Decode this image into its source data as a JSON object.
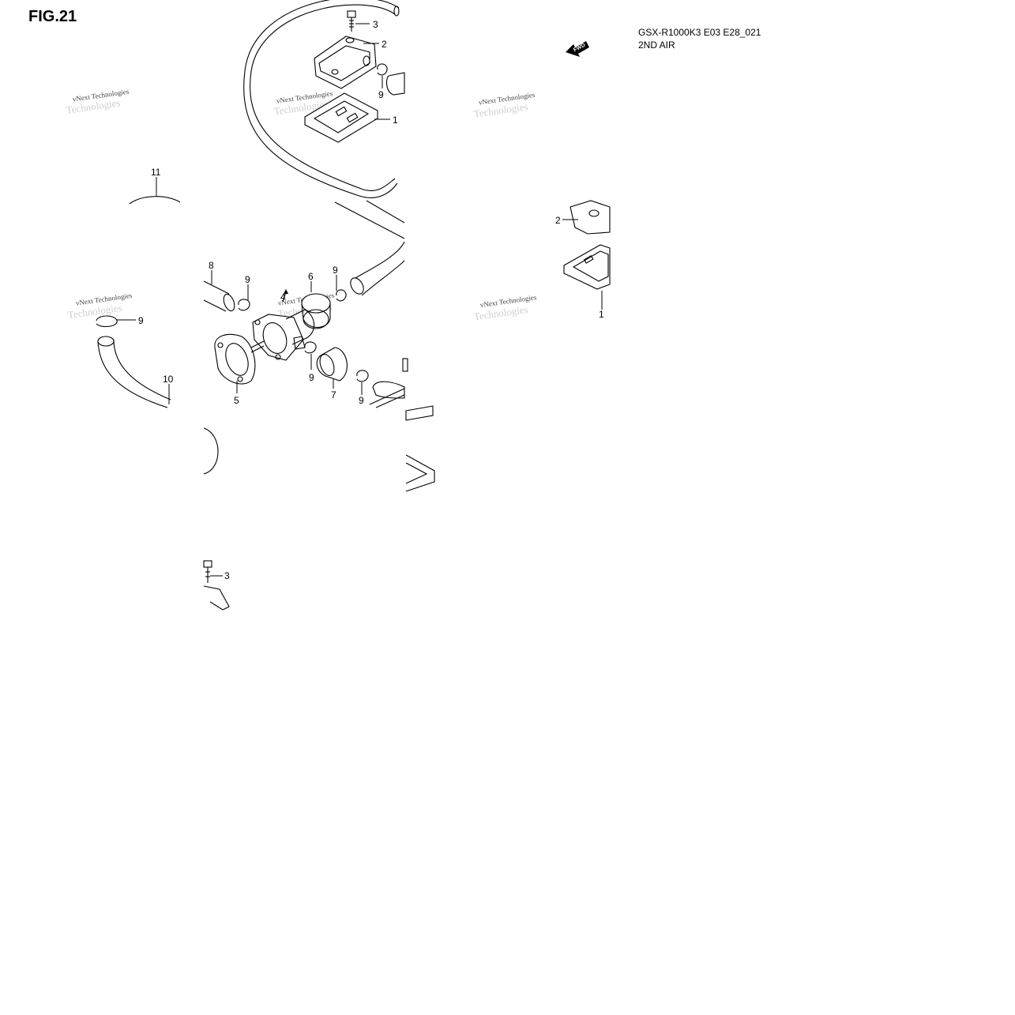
{
  "header": {
    "figure": "FIG.21",
    "model": "GSX-R1000K3 E03 E28_021",
    "section": "2ND AIR"
  },
  "fwd_label": "FWD",
  "watermark": {
    "line1": "vNext Technologies",
    "line2": "Technologies"
  },
  "callouts": {
    "c1_top": "1",
    "c1_right": "1",
    "c2_top": "2",
    "c2_right": "2",
    "c3_top": "3",
    "c3_bottom": "3",
    "c4": "4",
    "c5": "5",
    "c6": "6",
    "c7": "7",
    "c8": "8",
    "c9_top": "9",
    "c9_a": "9",
    "c9_b": "9",
    "c9_c": "9",
    "c9_d": "9",
    "c9_e": "9",
    "c10": "10",
    "c11": "11"
  }
}
